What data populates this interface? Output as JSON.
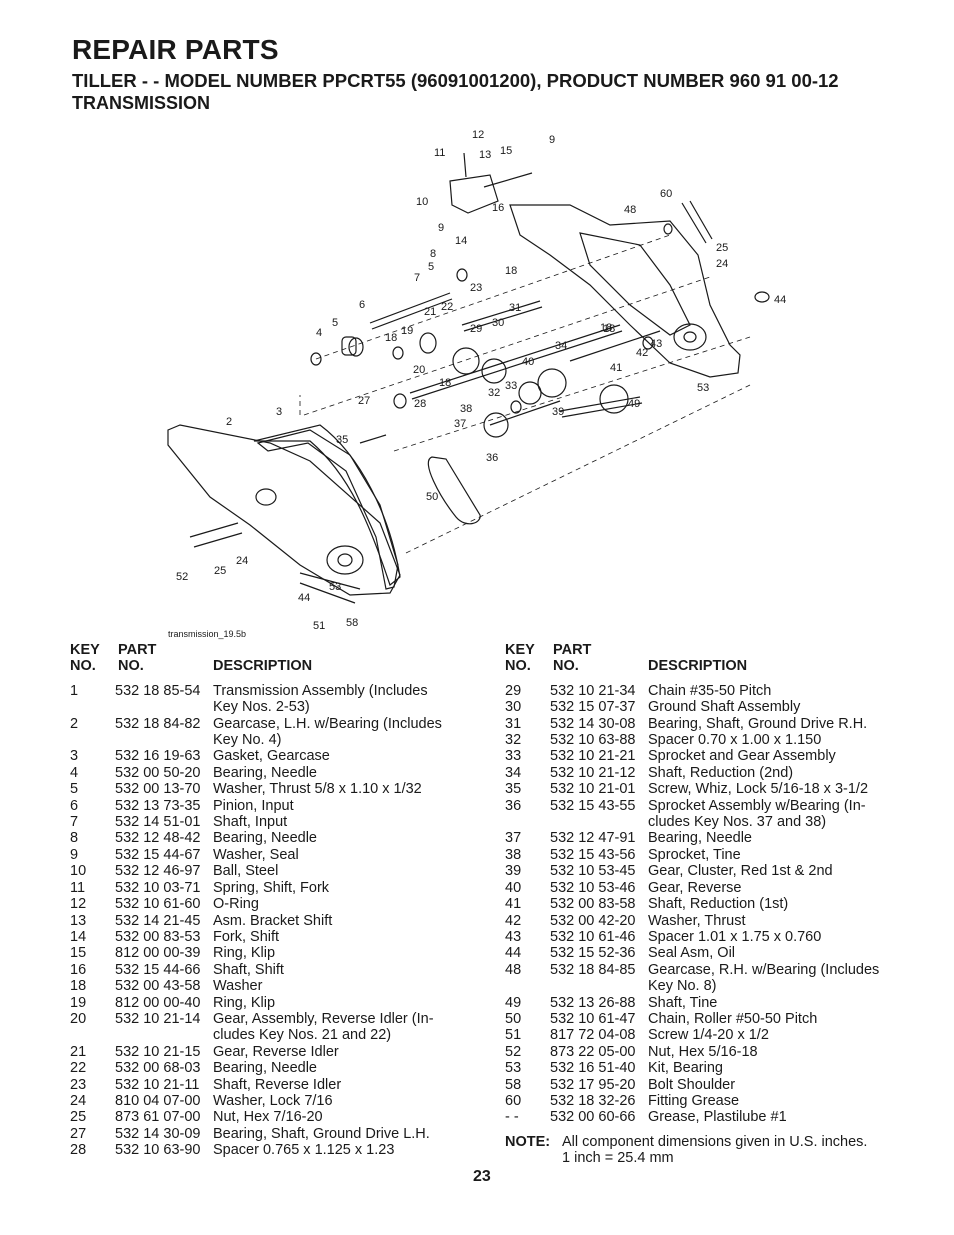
{
  "header": {
    "title": "REPAIR PARTS",
    "subtitle": "TILLER - - MODEL NUMBER PPCRT55 (96091001200), PRODUCT NUMBER 960 91 00-12",
    "section": "TRANSMISSION"
  },
  "diagram": {
    "figure_id": "transmission_19.5b",
    "callouts": [
      "12",
      "9",
      "11",
      "13",
      "15",
      "10",
      "16",
      "9",
      "14",
      "60",
      "48",
      "25",
      "24",
      "44",
      "8",
      "5",
      "18",
      "7",
      "23",
      "6",
      "22",
      "31",
      "21",
      "30",
      "5",
      "19",
      "18",
      "29",
      "4",
      "18",
      "34",
      "43",
      "42",
      "18",
      "20",
      "41",
      "40",
      "53",
      "18",
      "33",
      "32",
      "27",
      "28",
      "49",
      "38",
      "39",
      "37",
      "2",
      "3",
      "36",
      "35",
      "50",
      "24",
      "25",
      "52",
      "53",
      "44",
      "51",
      "58"
    ]
  },
  "table_headers": {
    "key": "KEY",
    "no": "NO.",
    "part": "PART",
    "part_no": "NO.",
    "description": "DESCRIPTION"
  },
  "parts_left": [
    {
      "key": "1",
      "part": "532 18 85-54",
      "desc": "Transmission Assembly (Includes\nKey Nos. 2-53)"
    },
    {
      "key": "2",
      "part": "532 18 84-82",
      "desc": "Gearcase, L.H. w/Bearing (Includes\nKey No. 4)"
    },
    {
      "key": "3",
      "part": "532 16 19-63",
      "desc": "Gasket, Gearcase"
    },
    {
      "key": "4",
      "part": "532 00 50-20",
      "desc": "Bearing, Needle"
    },
    {
      "key": "5",
      "part": "532 00 13-70",
      "desc": "Washer, Thrust  5/8 x 1.10 x 1/32"
    },
    {
      "key": "6",
      "part": "532 13 73-35",
      "desc": "Pinion, Input"
    },
    {
      "key": "7",
      "part": "532 14 51-01",
      "desc": "Shaft, Input"
    },
    {
      "key": "8",
      "part": "532 12 48-42",
      "desc": "Bearing, Needle"
    },
    {
      "key": "9",
      "part": "532 15 44-67",
      "desc": "Washer, Seal"
    },
    {
      "key": "10",
      "part": "532 12 46-97",
      "desc": "Ball, Steel"
    },
    {
      "key": "11",
      "part": "532 10 03-71",
      "desc": "Spring, Shift, Fork"
    },
    {
      "key": "12",
      "part": "532 10 61-60",
      "desc": "O-Ring"
    },
    {
      "key": "13",
      "part": "532 14 21-45",
      "desc": "Asm. Bracket Shift"
    },
    {
      "key": "14",
      "part": "532 00 83-53",
      "desc": "Fork, Shift"
    },
    {
      "key": "15",
      "part": "812 00 00-39",
      "desc": "Ring, Klip"
    },
    {
      "key": "16",
      "part": "532 15 44-66",
      "desc": "Shaft, Shift"
    },
    {
      "key": "18",
      "part": "532 00 43-58",
      "desc": "Washer"
    },
    {
      "key": "19",
      "part": "812 00 00-40",
      "desc": "Ring, Klip"
    },
    {
      "key": "20",
      "part": "532 10 21-14",
      "desc": "Gear, Assembly, Reverse Idler (In-\ncludes Key Nos. 21 and 22)"
    },
    {
      "key": "21",
      "part": "532 10 21-15",
      "desc": "Gear, Reverse Idler"
    },
    {
      "key": "22",
      "part": "532 00 68-03",
      "desc": "Bearing, Needle"
    },
    {
      "key": "23",
      "part": "532 10 21-11",
      "desc": "Shaft, Reverse Idler"
    },
    {
      "key": "24",
      "part": "810 04 07-00",
      "desc": "Washer, Lock  7/16"
    },
    {
      "key": "25",
      "part": "873 61 07-00",
      "desc": "Nut, Hex  7/16-20"
    },
    {
      "key": "27",
      "part": "532 14 30-09",
      "desc": "Bearing, Shaft, Ground Drive L.H."
    },
    {
      "key": "28",
      "part": "532 10 63-90",
      "desc": "Spacer  0.765 x 1.125 x 1.23"
    }
  ],
  "parts_right": [
    {
      "key": "29",
      "part": "532 10 21-34",
      "desc": "Chain  #35-50 Pitch"
    },
    {
      "key": "30",
      "part": "532 15 07-37",
      "desc": "Ground Shaft Assembly"
    },
    {
      "key": "31",
      "part": "532 14 30-08",
      "desc": "Bearing, Shaft, Ground Drive R.H."
    },
    {
      "key": "32",
      "part": "532 10 63-88",
      "desc": "Spacer  0.70 x 1.00 x 1.150"
    },
    {
      "key": "33",
      "part": "532 10 21-21",
      "desc": "Sprocket and Gear Assembly"
    },
    {
      "key": "34",
      "part": "532 10 21-12",
      "desc": "Shaft, Reduction (2nd)"
    },
    {
      "key": "35",
      "part": "532 10 21-01",
      "desc": "Screw, Whiz, Lock  5/16-18 x 3-1/2"
    },
    {
      "key": "36",
      "part": "532 15 43-55",
      "desc": "Sprocket Assembly w/Bearing (In-\ncludes Key Nos. 37 and 38)"
    },
    {
      "key": "37",
      "part": "532 12 47-91",
      "desc": "Bearing, Needle"
    },
    {
      "key": "38",
      "part": "532 15 43-56",
      "desc": "Sprocket, Tine"
    },
    {
      "key": "39",
      "part": "532 10 53-45",
      "desc": "Gear, Cluster, Red 1st & 2nd"
    },
    {
      "key": "40",
      "part": "532 10 53-46",
      "desc": "Gear, Reverse"
    },
    {
      "key": "41",
      "part": "532 00 83-58",
      "desc": "Shaft, Reduction (1st)"
    },
    {
      "key": "42",
      "part": "532 00 42-20",
      "desc": "Washer, Thrust"
    },
    {
      "key": "43",
      "part": "532 10 61-46",
      "desc": "Spacer  1.01 x 1.75 x 0.760"
    },
    {
      "key": "44",
      "part": "532 15 52-36",
      "desc": "Seal Asm, Oil"
    },
    {
      "key": "48",
      "part": "532 18 84-85",
      "desc": "Gearcase, R.H. w/Bearing (Includes\nKey No. 8)"
    },
    {
      "key": "49",
      "part": "532 13 26-88",
      "desc": "Shaft, Tine"
    },
    {
      "key": "50",
      "part": "532 10 61-47",
      "desc": "Chain, Roller  #50-50 Pitch"
    },
    {
      "key": "51",
      "part": "817 72 04-08",
      "desc": "Screw  1/4-20 x 1/2"
    },
    {
      "key": "52",
      "part": "873 22 05-00",
      "desc": "Nut, Hex  5/16-18"
    },
    {
      "key": "53",
      "part": "532 16 51-40",
      "desc": "Kit, Bearing"
    },
    {
      "key": "58",
      "part": "532 17 95-20",
      "desc": "Bolt Shoulder"
    },
    {
      "key": "60",
      "part": "532 18 32-26",
      "desc": "Fitting Grease"
    },
    {
      "key": "- -",
      "part": "532 00 60-66",
      "desc": "Grease, Plastilube #1"
    }
  ],
  "note": {
    "label": "NOTE:",
    "text": "All component dimensions given in U.S. inches.\n1 inch = 25.4 mm"
  },
  "page_number": "23"
}
